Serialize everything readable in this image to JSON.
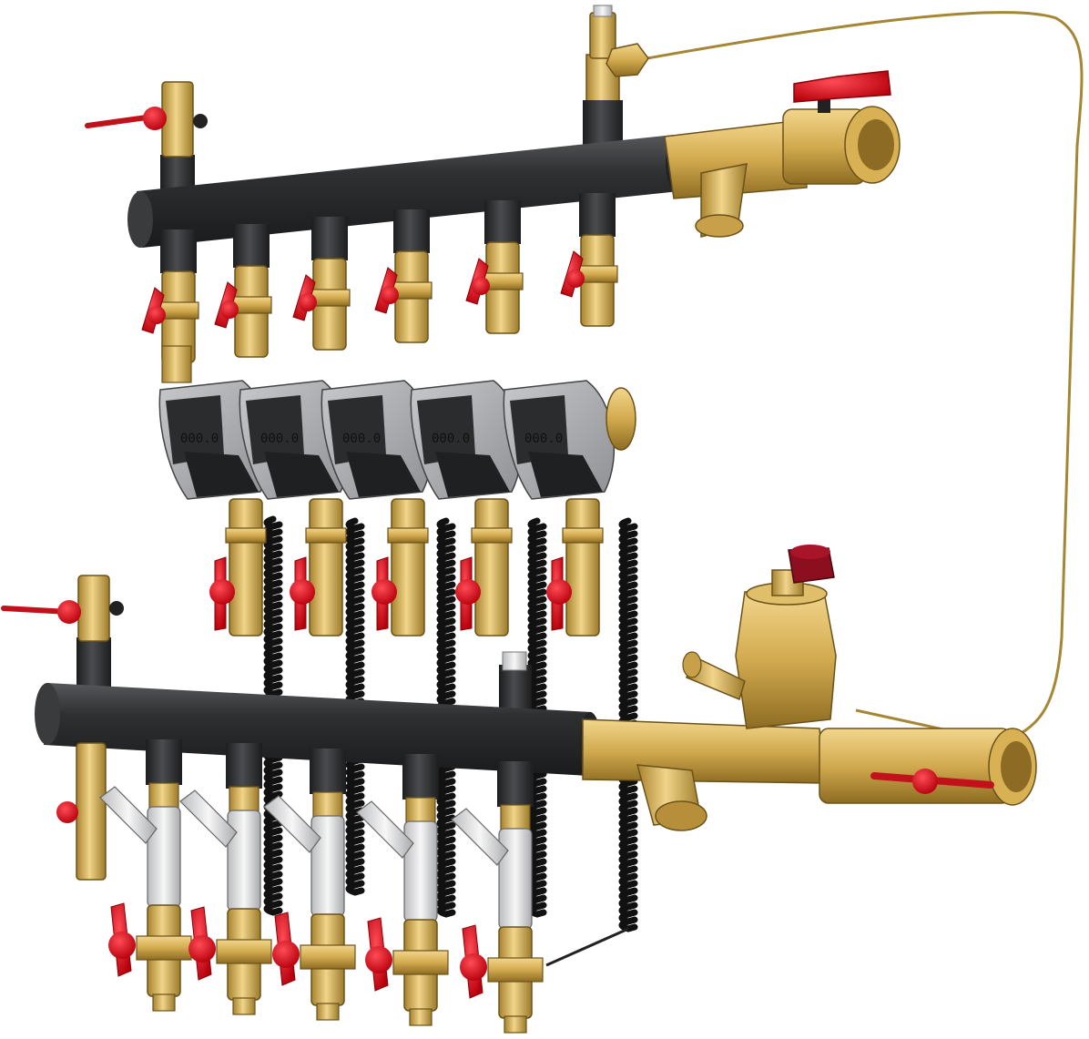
{
  "meters": [
    {
      "reading": "000.0"
    },
    {
      "reading": "000.0"
    },
    {
      "reading": "000.0"
    },
    {
      "reading": "000.0"
    },
    {
      "reading": "000.0"
    }
  ],
  "colors": {
    "pipe": "#2e2f31",
    "brass": "#d9b45a",
    "brass_dark": "#9c7a2a",
    "handle": "#e0101a",
    "meter_body": "#9fa1a5",
    "chrome": "#e6e6e6",
    "coil": "#111111",
    "cap": "#8b0f1e"
  }
}
